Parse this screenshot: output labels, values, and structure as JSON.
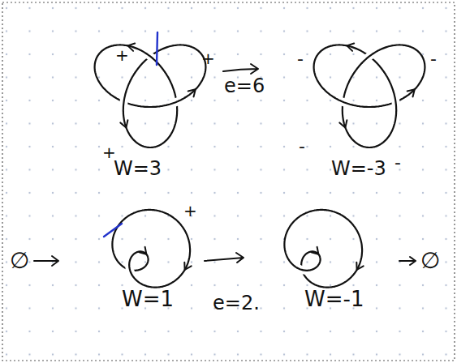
{
  "diagram": {
    "labels": [
      "+",
      "+",
      "+",
      "W=3",
      "e=6",
      "-",
      "-",
      "-",
      "-",
      "W=-3",
      "∅",
      "+",
      "W=1",
      "e=2.",
      "W=-1",
      "∅"
    ]
  }
}
